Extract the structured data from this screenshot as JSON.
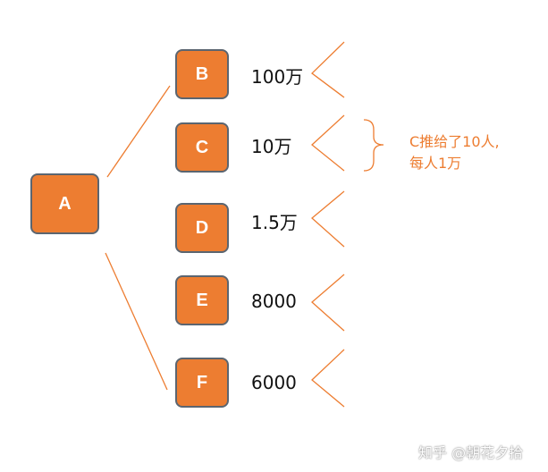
{
  "colors": {
    "node_fill": "#ED7D31",
    "node_border": "#5b6570",
    "line": "#ED7D31",
    "note": "#ED7D31"
  },
  "root": {
    "label": "A"
  },
  "children": [
    {
      "label": "B",
      "amount": "100万"
    },
    {
      "label": "C",
      "amount": "10万"
    },
    {
      "label": "D",
      "amount": "1.5万"
    },
    {
      "label": "E",
      "amount": "8000"
    },
    {
      "label": "F",
      "amount": "6000"
    }
  ],
  "note": {
    "line1": "C推给了10人,",
    "line2": "每人1万"
  },
  "watermark": "知乎 @朝花夕拾"
}
